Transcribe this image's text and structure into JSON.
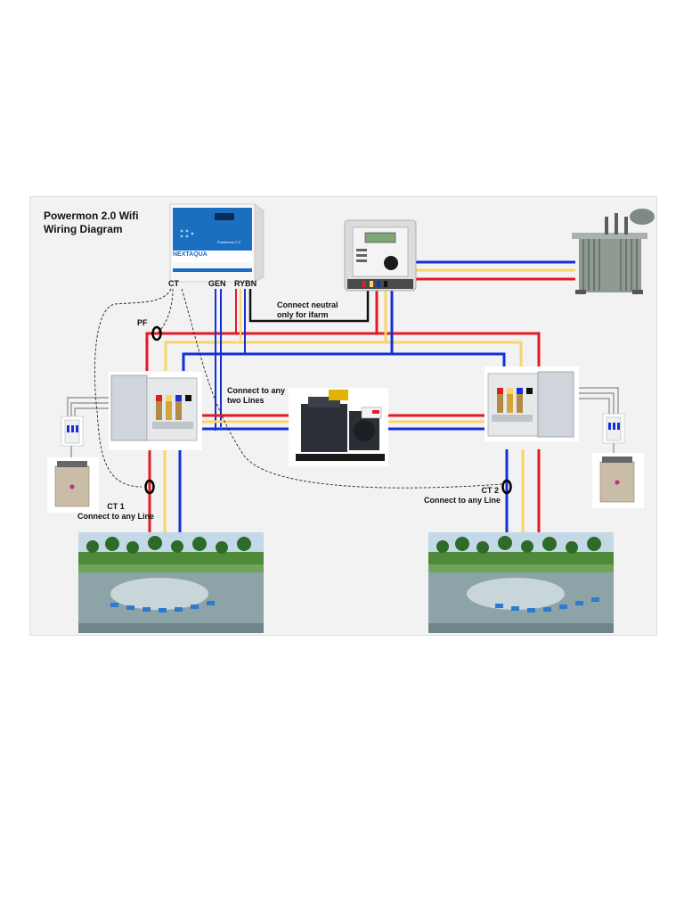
{
  "title": {
    "line1": "Powermon 2.0 Wifi",
    "line2": "Wiring Diagram"
  },
  "device": {
    "brand": "NEXTAQUA",
    "model": "Powermon 2.0"
  },
  "terminals": {
    "ct": "CT",
    "gen": "GEN",
    "rybn": "RYBN"
  },
  "labels": {
    "connect_neutral_1": "Connect neutral",
    "connect_neutral_2": "only for ifarm",
    "pf": "PF",
    "connect_two_1": "Connect to any",
    "connect_two_2": "two Lines",
    "ct1_title": "CT 1",
    "ct1_sub": "Connect to any Line",
    "ct2_title": "CT 2",
    "ct2_sub": "Connect to any Line"
  },
  "colors": {
    "red": "#e31b23",
    "yellow": "#f7d56b",
    "blue": "#1530d4",
    "black": "#111111"
  },
  "icons": [
    "powermon-device-icon",
    "energy-meter-icon",
    "transformer-icon",
    "generator-icon",
    "switchboard-icon",
    "mcb-icon",
    "capacitor-icon",
    "pond-aerator-icon",
    "ct-ring-icon"
  ]
}
